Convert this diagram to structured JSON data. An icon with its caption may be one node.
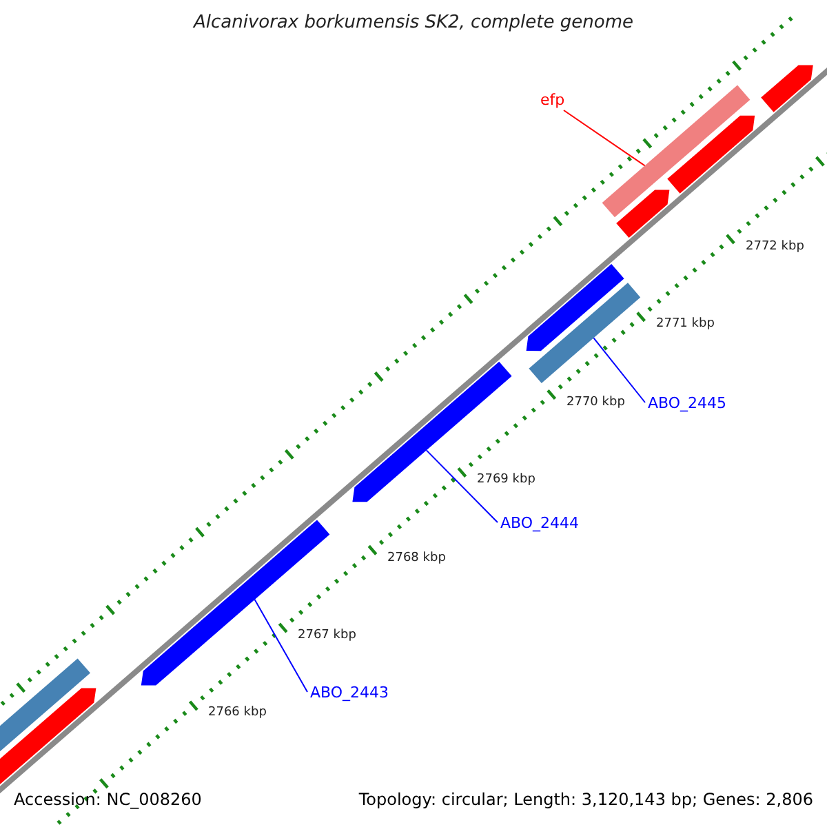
{
  "diagram": {
    "title": "Alcanivorax borkumensis SK2, complete genome",
    "nodes": [
      {
        "text": [
          "efp"
        ]
      },
      {
        "text": [],
        "shape": "bar"
      },
      {
        "text": [
          "ABO_2445"
        ]
      },
      {
        "text": [],
        "shape": "bar"
      },
      {
        "text": [
          "ABO_2444"
        ]
      },
      {
        "text": [],
        "shape": "bar"
      },
      {
        "text": [
          "ABO_2443"
        ]
      },
      {
        "text": [],
        "shape": "bar"
      }
    ],
    "edges": [
      {
        "from": 0,
        "to": 1,
        "arrow": "none",
        "color": "#ff0000"
      },
      {
        "from": 2,
        "to": 3,
        "arrow": "none"
      },
      {
        "from": 4,
        "to": 5,
        "arrow": "none"
      },
      {
        "from": 6,
        "to": 7,
        "arrow": "none"
      }
    ],
    "labels": [
      "2772 kbp",
      "2771 kbp",
      "2770 kbp",
      "2769 kbp",
      "2768 kbp",
      "2767 kbp",
      "2766 kbp",
      "Accession: NC_008260",
      "Topology: circular; Length: 3,120,143 bp; Genes: 2,806"
    ]
  }
}
